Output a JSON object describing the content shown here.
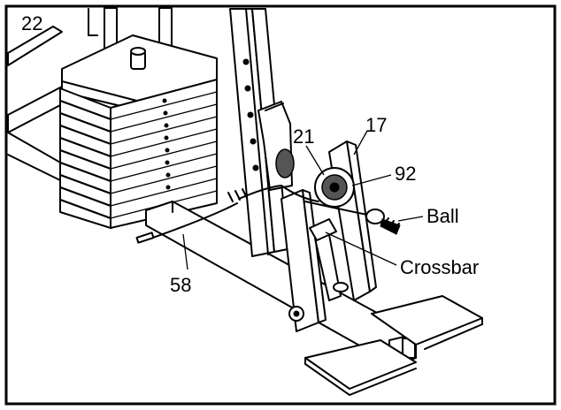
{
  "figure": {
    "step_number": "22",
    "part_labels": {
      "p21": "21",
      "p17": "17",
      "p92": "92",
      "ball": "Ball",
      "crossbar": "Crossbar",
      "p58": "58"
    }
  }
}
